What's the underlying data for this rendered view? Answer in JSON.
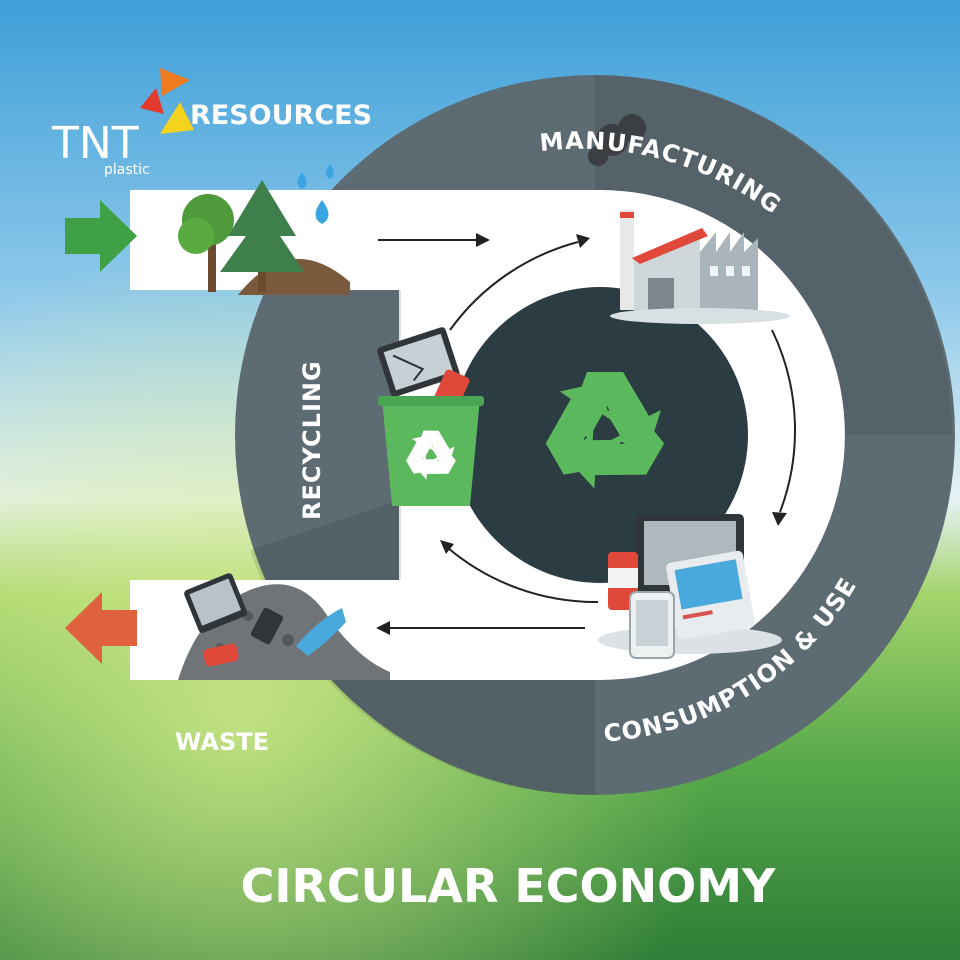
{
  "logo": {
    "name": "TNT",
    "sub": "plastic"
  },
  "stages": {
    "resources": "RESOURCES",
    "manufacturing": "MANUFACTURING",
    "consumption": "CONSUMPTION & USE",
    "recycling": "RECYCLING",
    "waste": "WASTE"
  },
  "title": "CIRCULAR ECONOMY",
  "colors": {
    "ring": "#5d6b72",
    "ring_dark": "#46545c",
    "core": "#2b3c42",
    "recycle_green": "#5cb85c",
    "input_arrow": "#3fa046",
    "output_arrow": "#e0613e",
    "logo_red": "#e23b2e",
    "logo_orange": "#f07a1e",
    "logo_yellow": "#f5d21e"
  },
  "icons": {
    "resources": "trees-and-water-drops-icon",
    "manufacturing": "factory-icon",
    "consumption": "devices-icon",
    "recycling": "recycle-bin-icon",
    "waste": "waste-pile-icon",
    "center": "recycle-symbol-icon"
  }
}
